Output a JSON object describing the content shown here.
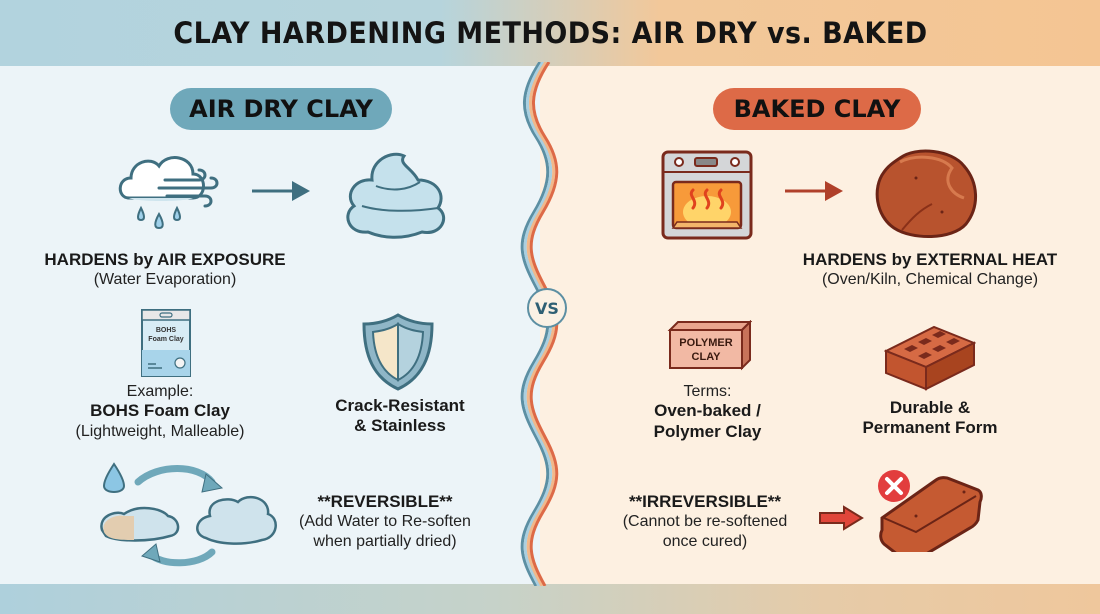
{
  "header": {
    "title": "CLAY HARDENING METHODS: AIR DRY vs. BAKED"
  },
  "divider": {
    "vs_label": "VS"
  },
  "colors": {
    "air_accent": "#6fa8ba",
    "baked_accent": "#dd6a47",
    "air_bg": "#ecf4f8",
    "baked_bg": "#fdf0e1",
    "air_icon_stroke": "#3f6f80",
    "baked_icon_stroke": "#7a2a1c"
  },
  "air_dry": {
    "label": "AIR DRY CLAY",
    "process": {
      "icons": [
        "cloud-wind-rain-icon",
        "arrow-right-icon",
        "soft-clay-blob-icon"
      ],
      "title": "HARDENS by AIR EXPOSURE",
      "subtitle": "(Water Evaporation)"
    },
    "example": {
      "icon": "clay-package-icon",
      "package_text": "BOHS Foam Clay",
      "prefix": "Example:",
      "name": "BOHS Foam Clay",
      "detail": "(Lightweight, Malleable)"
    },
    "property": {
      "icon": "shield-icon",
      "line1": "Crack-Resistant",
      "line2": "& Stainless"
    },
    "reversibility": {
      "icon": "water-cycle-icon",
      "title": "**REVERSIBLE**",
      "line1": "(Add Water to Re-soften",
      "line2": "when partially dried)"
    }
  },
  "baked": {
    "label": "BAKED CLAY",
    "process": {
      "icons": [
        "oven-icon",
        "arrow-right-icon",
        "baked-clay-rock-icon"
      ],
      "title": "HARDENS by EXTERNAL HEAT",
      "subtitle": "(Oven/Kiln, Chemical Change)"
    },
    "terms": {
      "icon": "polymer-clay-block-icon",
      "block_line1": "POLYMER",
      "block_line2": "CLAY",
      "prefix": "Terms:",
      "line1": "Oven-baked /",
      "line2": "Polymer Clay"
    },
    "property": {
      "icon": "brick-icon",
      "line1": "Durable &",
      "line2": "Permanent Form"
    },
    "reversibility": {
      "icon": "hardened-brick-x-icon",
      "title": "**IRREVERSIBLE**",
      "line1": "(Cannot be re-softened",
      "line2": "once cured)"
    }
  }
}
